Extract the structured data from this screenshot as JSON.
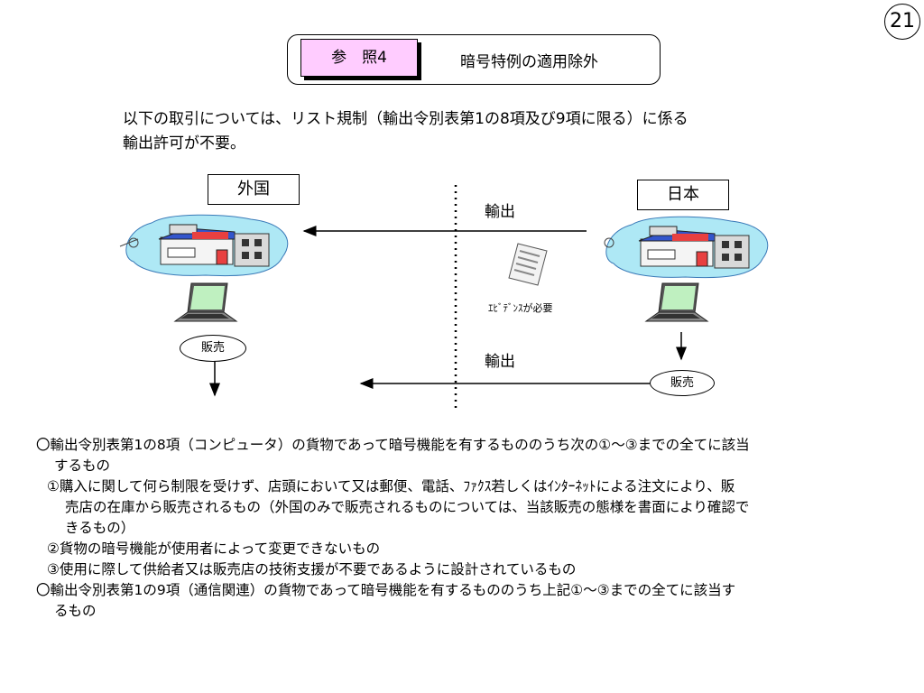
{
  "page_number": "21",
  "header": {
    "ref_label": "参　照4",
    "title": "暗号特例の適用除外"
  },
  "intro_lines": [
    "以下の取引については、リスト規制（輸出令別表第1の8項及び9項に限る）に係る",
    "輸出許可が不要。"
  ],
  "diagram": {
    "foreign_label": "外国",
    "japan_label": "日本",
    "export_label_top": "輸出",
    "export_label_bottom": "輸出",
    "evidence_label": "ｴﾋﾞﾃﾞﾝｽが必要",
    "sale_label_left": "販売",
    "sale_label_right": "販売"
  },
  "body_lines": [
    "〇輸出令別表第1の8項（コンピュータ）の貨物であって暗号機能を有するもののうち次の①～③までの全てに該当",
    "するもの",
    "①購入に関して何ら制限を受けず、店頭において又は郵便、電話、ﾌｧｸｽ若しくはｲﾝﾀｰﾈｯﾄによる注文により、販",
    "売店の在庫から販売されるもの（外国のみで販売されるものについては、当該販売の態様を書面により確認で",
    "きるもの）",
    "②貨物の暗号機能が使用者によって変更できないもの",
    "③使用に際して供給者又は販売店の技術支援が不要であるように設計されているもの",
    "〇輸出令別表第1の9項（通信関連）の貨物であって暗号機能を有するもののうち上記①～③までの全てに該当す",
    "るもの"
  ]
}
